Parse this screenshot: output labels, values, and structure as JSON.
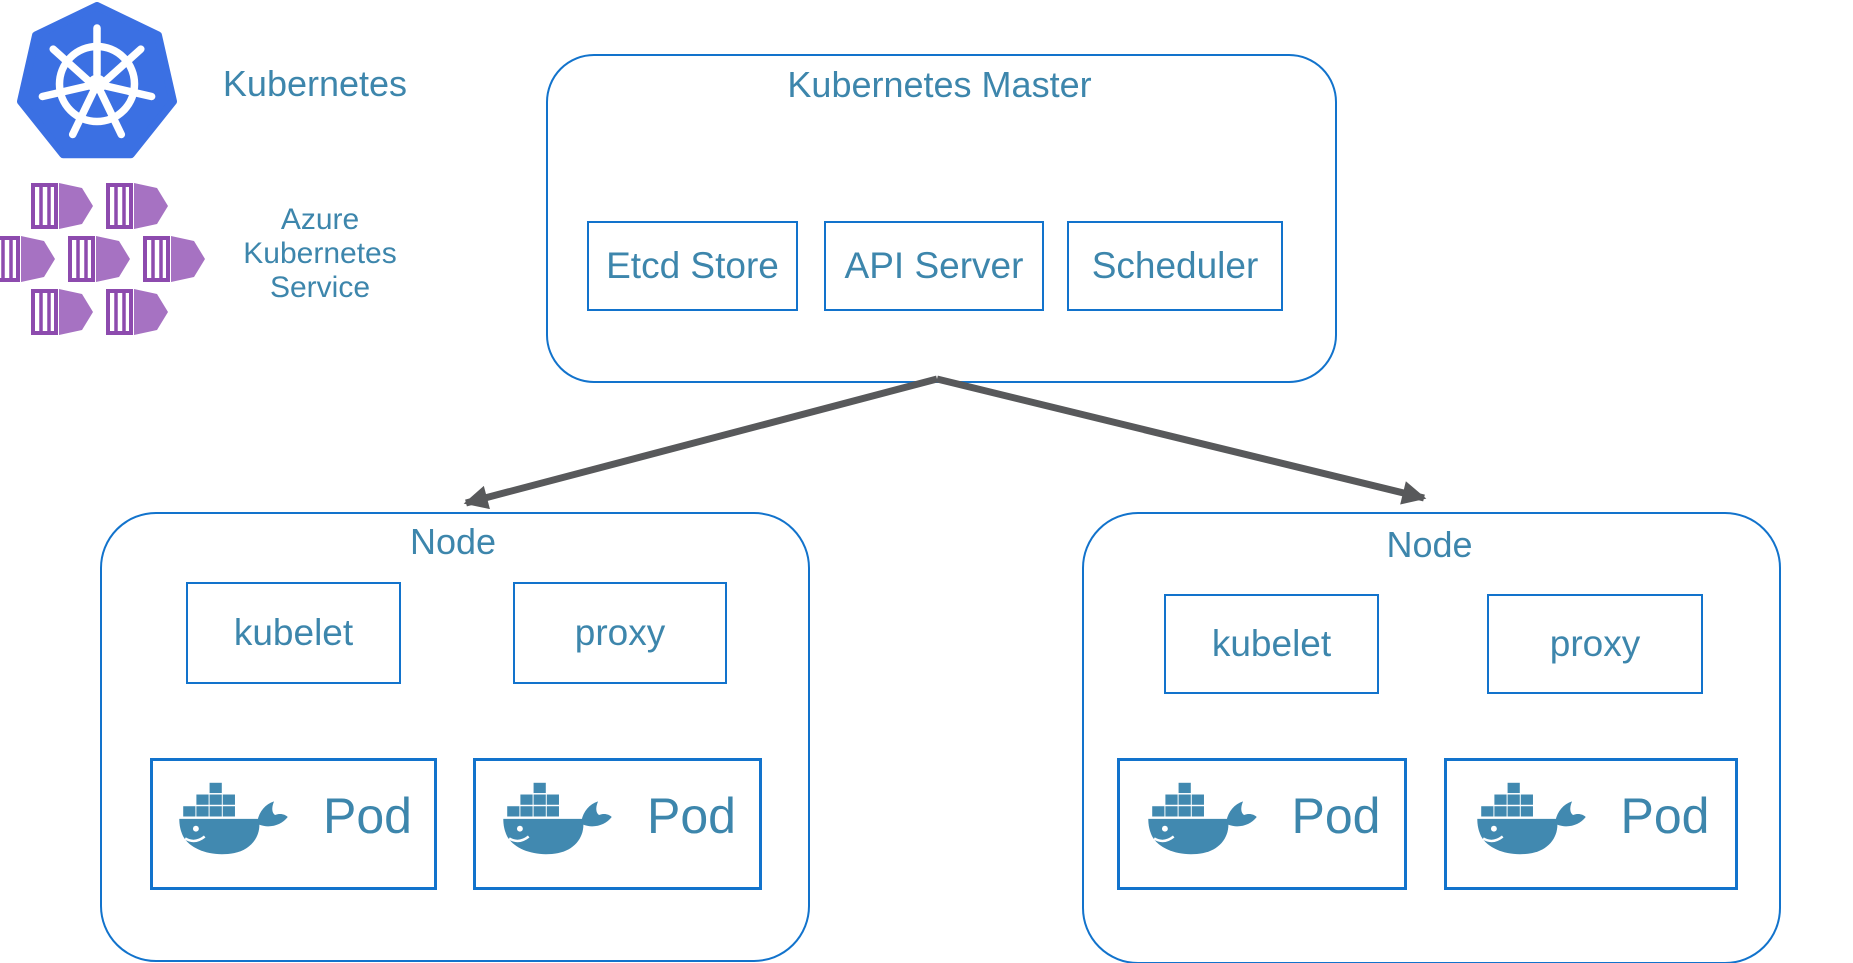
{
  "branding": {
    "kubernetes_label": "Kubernetes",
    "aks_line1": "Azure",
    "aks_line2": "Kubernetes",
    "aks_line3": "Service"
  },
  "master": {
    "title": "Kubernetes Master",
    "components": [
      {
        "label": "Etcd Store"
      },
      {
        "label": "API Server"
      },
      {
        "label": "Scheduler"
      }
    ]
  },
  "nodes": [
    {
      "title": "Node",
      "agents": [
        {
          "label": "kubelet"
        },
        {
          "label": "proxy"
        }
      ],
      "pods": [
        {
          "label": "Pod"
        },
        {
          "label": "Pod"
        }
      ]
    },
    {
      "title": "Node",
      "agents": [
        {
          "label": "kubelet"
        },
        {
          "label": "proxy"
        }
      ],
      "pods": [
        {
          "label": "Pod"
        },
        {
          "label": "Pod"
        }
      ]
    }
  ],
  "icons": {
    "kubernetes_logo": "kubernetes-helm-wheel",
    "aks_logo": "azure-kubernetes-service-containers",
    "pod_icon": "docker-whale"
  },
  "colors": {
    "box_border_blue": "#1273cc",
    "label_teal": "#3d86ac",
    "arrow_gray": "#58595b",
    "kubernetes_blue": "#3b70e3",
    "aks_purple_fill": "#a672c2",
    "aks_purple_dark": "#8d4bae",
    "docker_whale_blue": "#4189b0"
  }
}
